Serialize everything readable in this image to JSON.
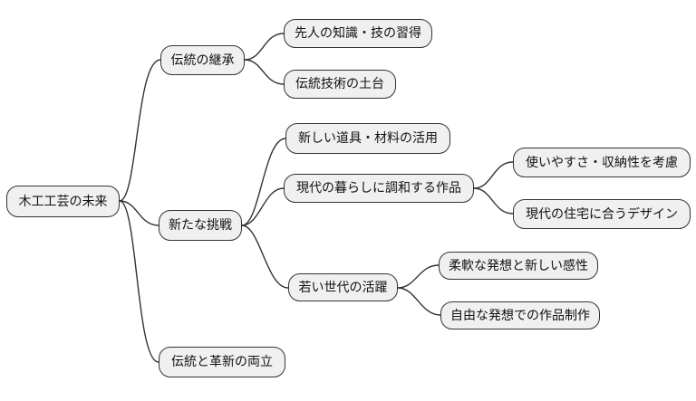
{
  "colors": {
    "background": "#ffffff",
    "node_fill": "#f0f0f0",
    "node_border": "#333333",
    "edge": "#333333",
    "text": "#111111"
  },
  "mindmap": {
    "root": {
      "label": "木工工芸の未来",
      "children": [
        {
          "label": "伝統の継承",
          "children": [
            {
              "label": "先人の知識・技の習得"
            },
            {
              "label": "伝統技術の土台"
            }
          ]
        },
        {
          "label": "新たな挑戦",
          "children": [
            {
              "label": "新しい道具・材料の活用"
            },
            {
              "label": "現代の暮らしに調和する作品",
              "children": [
                {
                  "label": "使いやすさ・収納性を考慮"
                },
                {
                  "label": "現代の住宅に合うデザイン"
                }
              ]
            },
            {
              "label": "若い世代の活躍",
              "children": [
                {
                  "label": "柔軟な発想と新しい感性"
                },
                {
                  "label": "自由な発想での作品制作"
                }
              ]
            }
          ]
        },
        {
          "label": "伝統と革新の両立"
        }
      ]
    }
  }
}
